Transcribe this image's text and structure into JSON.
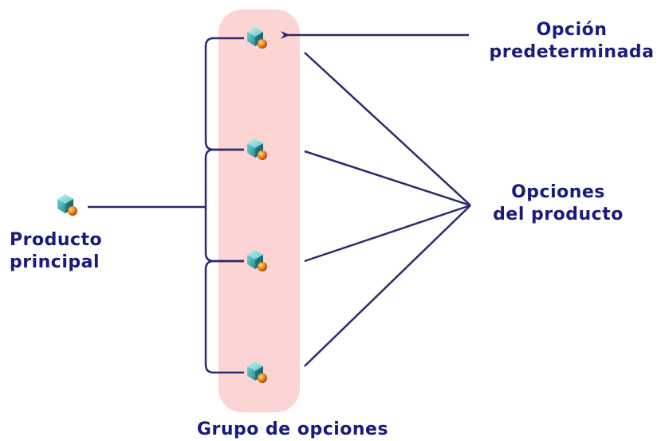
{
  "labels": {
    "main_product_line1": "Producto",
    "main_product_line2": "principal",
    "option_group": "Grupo de opciones",
    "default_option_line1": "Opción",
    "default_option_line2": "predeterminada",
    "product_options_line1": "Opciones",
    "product_options_line2": "del producto"
  },
  "icons": {
    "main_product": "product-cube-icon",
    "option": "product-cube-icon"
  },
  "colors": {
    "text": "#1a1a7e",
    "line": "#2a2a6e",
    "group_band": "#fcd4d4",
    "cube_face": "#3aa3a6",
    "cube_ball": "#e8771a"
  }
}
